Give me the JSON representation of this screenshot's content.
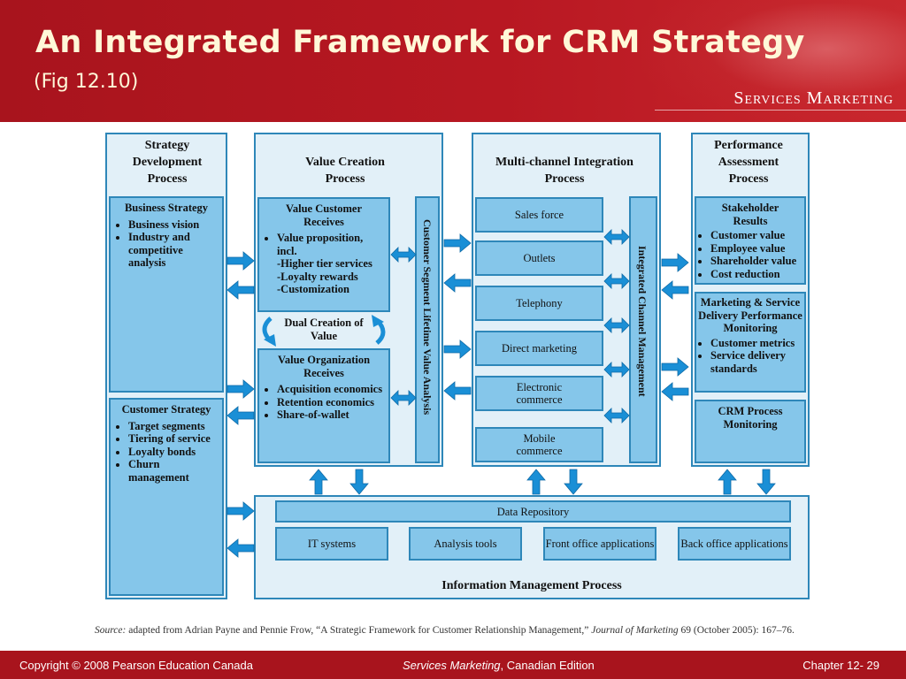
{
  "header": {
    "title": "An Integrated Framework for CRM Strategy",
    "subtitle": "(Fig 12.10)",
    "brand": "Services Marketing"
  },
  "diagram": {
    "strategy": {
      "title": "Strategy Development Process",
      "business": {
        "heading": "Business Strategy",
        "items": [
          "Business vision",
          "Industry and competitive analysis"
        ]
      },
      "customer": {
        "heading": "Customer Strategy",
        "items": [
          "Target segments",
          "Tiering of service",
          "Loyalty bonds",
          "Churn management"
        ]
      }
    },
    "value": {
      "title": "Value Creation Process",
      "customer_receives": {
        "heading": "Value Customer Receives",
        "items": [
          "Value proposition, incl."
        ],
        "sub": [
          "-Higher tier services",
          "-Loyalty rewards",
          "-Customization"
        ]
      },
      "dual": "Dual Creation of Value",
      "org_receives": {
        "heading": "Value Organization Receives",
        "items": [
          "Acquisition economics",
          "Retention economics",
          "Share-of-wallet"
        ]
      },
      "vertical": "Customer Segment Lifetime Value Analysis"
    },
    "multichannel": {
      "title": "Multi-channel Integration Process",
      "channels": [
        "Sales force",
        "Outlets",
        "Telephony",
        "Direct marketing",
        "Electronic commerce",
        "Mobile commerce"
      ],
      "vertical": "Integrated Channel Management"
    },
    "performance": {
      "title": "Performance Assessment Process",
      "stakeholder": {
        "heading": "Stakeholder Results",
        "items": [
          "Customer value",
          "Employee value",
          "Shareholder value",
          "Cost reduction"
        ]
      },
      "delivery": {
        "heading": "Marketing & Service Delivery Performance Monitoring",
        "items": [
          "Customer metrics",
          "Service delivery standards"
        ]
      },
      "crm": "CRM Process Monitoring"
    },
    "info": {
      "title": "Information Management Process",
      "repository": "Data Repository",
      "tools": [
        "IT systems",
        "Analysis tools",
        "Front office applications",
        "Back office applications"
      ]
    }
  },
  "source": {
    "label": "Source:",
    "text": "adapted from Adrian Payne and Pennie Frow, “A Strategic Framework for Customer Relationship Management,”",
    "journal": "Journal of Marketing",
    "rest": "69 (October 2005): 167–76."
  },
  "footer": {
    "copyright": "Copyright © 2008 Pearson Education Canada",
    "book": "Services Marketing",
    "edition": ", Canadian Edition",
    "chapter": "Chapter 12- 29"
  },
  "colors": {
    "header_red": "#a8141d",
    "box_blue": "#85c6ea",
    "panel_blue": "#e2f0f8",
    "arrow_blue": "#1a8fd6"
  }
}
